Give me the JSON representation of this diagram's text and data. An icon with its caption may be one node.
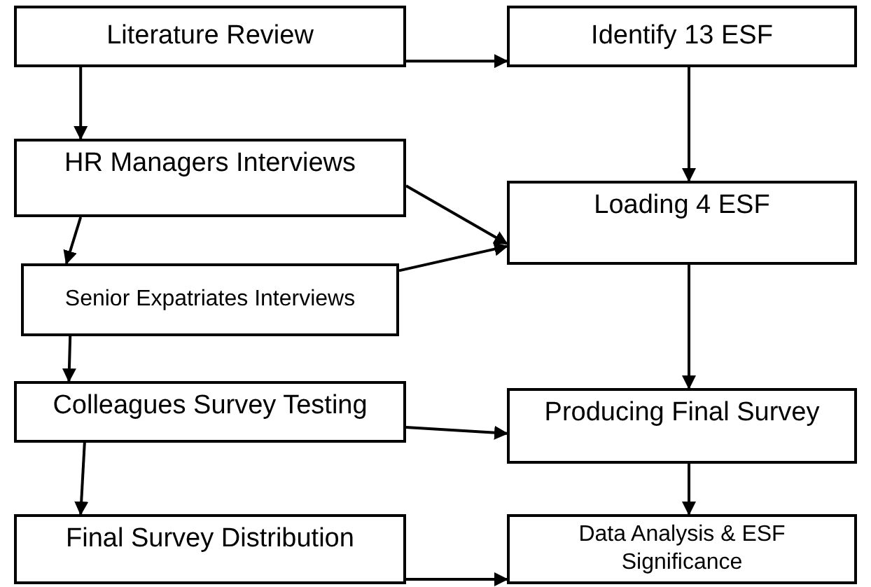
{
  "diagram": {
    "nodes": [
      {
        "text": [
          "Literature Review"
        ]
      },
      {
        "text": [
          "Identify 13 ESF"
        ]
      },
      {
        "text": [
          "HR Managers Interviews"
        ]
      },
      {
        "text": [
          "Loading 4 ESF"
        ]
      },
      {
        "text": [
          "Senior Expatriates Interviews"
        ]
      },
      {
        "text": [
          "Colleagues Survey Testing"
        ]
      },
      {
        "text": [
          "Producing Final Survey"
        ]
      },
      {
        "text": [
          "Final Survey Distribution"
        ]
      },
      {
        "text": [
          "Data Analysis & ESF Significance"
        ]
      }
    ],
    "edges": [
      {
        "from": 0,
        "to": 1,
        "arrow": "to"
      },
      {
        "from": 0,
        "to": 2,
        "arrow": "to"
      },
      {
        "from": 1,
        "to": 3,
        "arrow": "to"
      },
      {
        "from": 2,
        "to": 3,
        "arrow": "to"
      },
      {
        "from": 2,
        "to": 4,
        "arrow": "to"
      },
      {
        "from": 4,
        "to": 3,
        "arrow": "to"
      },
      {
        "from": 4,
        "to": 5,
        "arrow": "to"
      },
      {
        "from": 5,
        "to": 6,
        "arrow": "to"
      },
      {
        "from": 3,
        "to": 6,
        "arrow": "to"
      },
      {
        "from": 5,
        "to": 7,
        "arrow": "to"
      },
      {
        "from": 6,
        "to": 8,
        "arrow": "to"
      },
      {
        "from": 7,
        "to": 8,
        "arrow": "to"
      }
    ]
  }
}
